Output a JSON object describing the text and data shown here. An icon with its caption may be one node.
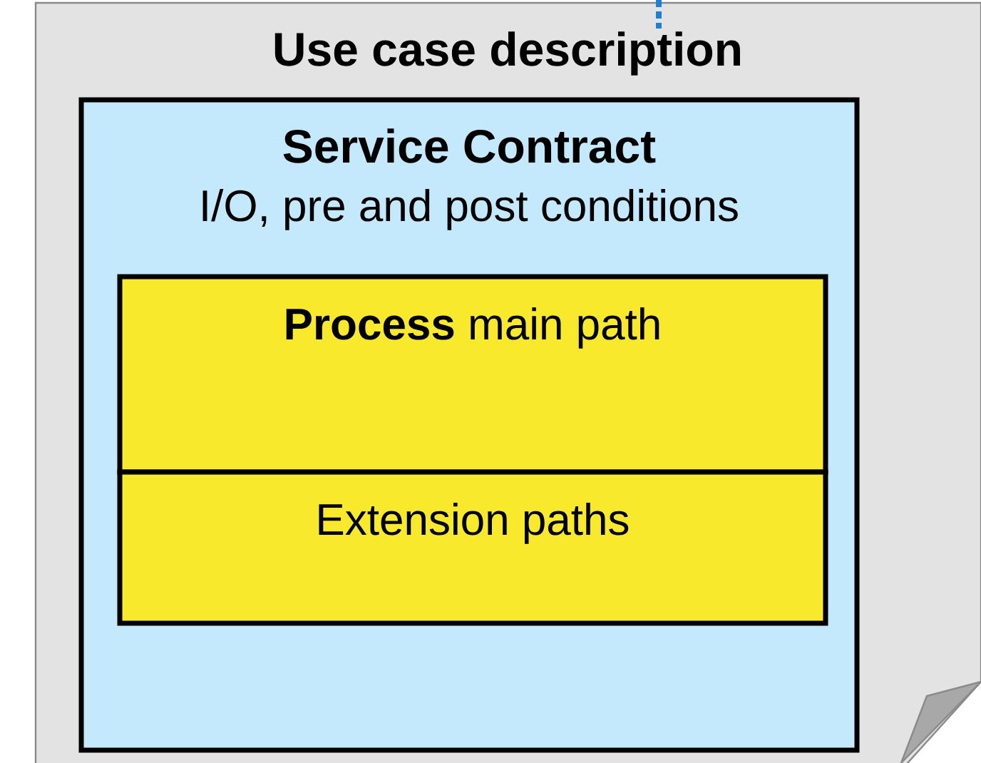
{
  "diagram": {
    "nodes": [
      {
        "text": [
          "Use case description"
        ]
      },
      {
        "text": [
          "Service Contract",
          "I/O, pre and post conditions"
        ],
        "in": 0
      },
      {
        "text": [
          "**Process** main path"
        ],
        "in": 1
      },
      {
        "text": [
          "Extension paths"
        ],
        "in": 1
      }
    ]
  }
}
